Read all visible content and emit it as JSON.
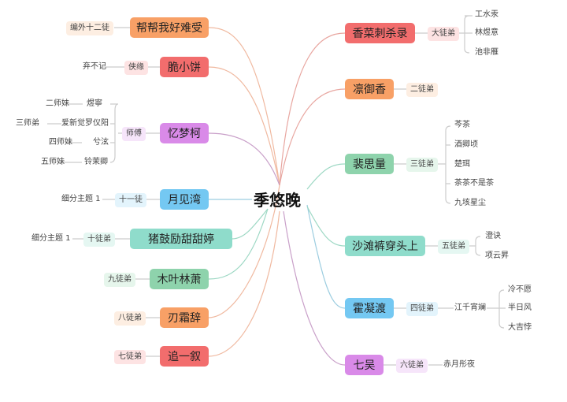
{
  "center": "季悠晚",
  "left": [
    {
      "label": "帮帮我好难受",
      "role": "编外十二徒",
      "color": "#f8a066"
    },
    {
      "label": "脆小饼",
      "role": "侠缘",
      "sub": "弃不记",
      "color": "#f26d6d"
    },
    {
      "label": "忆梦柯",
      "role": "师傅",
      "color": "#d98ae8",
      "members": [
        [
          "二师妹",
          "煜寧"
        ],
        [
          "三师弟",
          "爱新觉罗仪阳"
        ],
        [
          "四师妹",
          "兮泫"
        ],
        [
          "五师妹",
          "铃茉卿"
        ]
      ]
    },
    {
      "label": "月见湾",
      "role": "十一徒",
      "sub": "细分主题 1",
      "color": "#74c8f2"
    },
    {
      "label": "猪鼓励甜甜婷",
      "role": "十徒弟",
      "sub": "细分主题 1",
      "color": "#8fdccb"
    },
    {
      "label": "木叶林萧",
      "role": "九徒弟",
      "color": "#8ed3ac"
    },
    {
      "label": "刃霜辞",
      "role": "八徒弟",
      "color": "#f8a066"
    },
    {
      "label": "追一叙",
      "role": "七徒弟",
      "color": "#f26d6d"
    }
  ],
  "right": [
    {
      "label": "香菜刺杀录",
      "role": "大徒弟",
      "subs": [
        "工水汞",
        "林煜意",
        "池非雁"
      ],
      "color": "#f26d6d"
    },
    {
      "label": "凛御香",
      "role": "二徒弟",
      "color": "#f8a066"
    },
    {
      "label": "裴思量",
      "role": "三徒弟",
      "subs": [
        "芩茶",
        "酒卿顷",
        "楚珥",
        "茶茶不是茶",
        "九垓星尘"
      ],
      "color": "#8ed3ac"
    },
    {
      "label": "沙滩裤穿头上",
      "role": "五徒弟",
      "subs": [
        "澄诀",
        "项云昇"
      ],
      "color": "#8fdccb"
    },
    {
      "label": "霍凝渡",
      "role": "四徒弟",
      "mid": "江千宵斓",
      "subs": [
        "冷不愿",
        "半日风",
        "大吉悖"
      ],
      "color": "#74c8f2"
    },
    {
      "label": "七吴",
      "role": "六徒弟",
      "sub": "赤月彤夜",
      "color": "#d98ae8"
    }
  ]
}
